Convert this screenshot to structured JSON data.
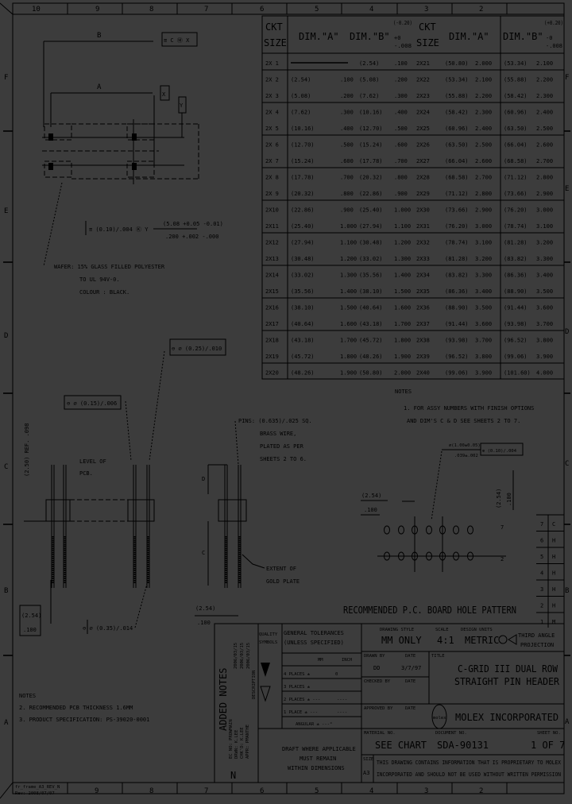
{
  "colors": {
    "background": "#3c3c3c",
    "ink": "#000000"
  },
  "frame": {
    "zone_numbers_top": [
      "10",
      "9",
      "8",
      "7",
      "6",
      "5",
      "4",
      "3",
      "2"
    ],
    "zone_numbers_bottom": [
      "9",
      "8",
      "7",
      "6",
      "5",
      "4",
      "3",
      "2"
    ],
    "zone_letters": [
      "F",
      "E",
      "D",
      "C",
      "B",
      "A"
    ],
    "template_label": [
      "fr_frame_A3_REV_N",
      "Rev: 2008/07/07"
    ]
  },
  "table": {
    "headers": {
      "ckt_size": [
        "CKT",
        "SIZE"
      ],
      "dim_a": "DIM.\"A\"",
      "dim_b": "DIM.\"B\"",
      "tol_b_left": [
        "(-0.20)",
        "+0",
        "-.008"
      ],
      "tol_b_right": [
        "(+0.20)",
        "-0",
        "-.008"
      ]
    },
    "rows": [
      [
        "2X 1",
        "",
        "",
        "(2.54)",
        ".100",
        "2X21",
        "(50.80)",
        "2.000",
        "(53.34)",
        "2.100"
      ],
      [
        "2X 2",
        "(2.54)",
        ".100",
        "(5.08)",
        ".200",
        "2X22",
        "(53.34)",
        "2.100",
        "(55.88)",
        "2.200"
      ],
      [
        "2X 3",
        "(5.08)",
        ".200",
        "(7.62)",
        ".300",
        "2X23",
        "(55.88)",
        "2.200",
        "(58.42)",
        "2.300"
      ],
      [
        "2X 4",
        "(7.62)",
        ".300",
        "(10.16)",
        ".400",
        "2X24",
        "(58.42)",
        "2.300",
        "(60.96)",
        "2.400"
      ],
      [
        "2X 5",
        "(10.16)",
        ".400",
        "(12.70)",
        ".500",
        "2X25",
        "(60.96)",
        "2.400",
        "(63.50)",
        "2.500"
      ],
      [
        "2X 6",
        "(12.70)",
        ".500",
        "(15.24)",
        ".600",
        "2X26",
        "(63.50)",
        "2.500",
        "(66.04)",
        "2.600"
      ],
      [
        "2X 7",
        "(15.24)",
        ".600",
        "(17.78)",
        ".700",
        "2X27",
        "(66.04)",
        "2.600",
        "(68.58)",
        "2.700"
      ],
      [
        "2X 8",
        "(17.78)",
        ".700",
        "(20.32)",
        ".800",
        "2X28",
        "(68.58)",
        "2.700",
        "(71.12)",
        "2.800"
      ],
      [
        "2X 9",
        "(20.32)",
        ".800",
        "(22.86)",
        ".900",
        "2X29",
        "(71.12)",
        "2.800",
        "(73.66)",
        "2.900"
      ],
      [
        "2X10",
        "(22.86)",
        ".900",
        "(25.40)",
        "1.000",
        "2X30",
        "(73.66)",
        "2.900",
        "(76.20)",
        "3.000"
      ],
      [
        "2X11",
        "(25.40)",
        "1.000",
        "(27.94)",
        "1.100",
        "2X31",
        "(76.20)",
        "3.000",
        "(78.74)",
        "3.100"
      ],
      [
        "2X12",
        "(27.94)",
        "1.100",
        "(30.48)",
        "1.200",
        "2X32",
        "(78.74)",
        "3.100",
        "(81.28)",
        "3.200"
      ],
      [
        "2X13",
        "(30.48)",
        "1.200",
        "(33.02)",
        "1.300",
        "2X33",
        "(81.28)",
        "3.200",
        "(83.82)",
        "3.300"
      ],
      [
        "2X14",
        "(33.02)",
        "1.300",
        "(35.56)",
        "1.400",
        "2X34",
        "(83.82)",
        "3.300",
        "(86.36)",
        "3.400"
      ],
      [
        "2X15",
        "(35.56)",
        "1.400",
        "(38.10)",
        "1.500",
        "2X35",
        "(86.36)",
        "3.400",
        "(88.90)",
        "3.500"
      ],
      [
        "2X16",
        "(38.10)",
        "1.500",
        "(40.64)",
        "1.600",
        "2X36",
        "(88.90)",
        "3.500",
        "(91.44)",
        "3.600"
      ],
      [
        "2X17",
        "(40.64)",
        "1.600",
        "(43.18)",
        "1.700",
        "2X37",
        "(91.44)",
        "3.600",
        "(93.98)",
        "3.700"
      ],
      [
        "2X18",
        "(43.18)",
        "1.700",
        "(45.72)",
        "1.800",
        "2X38",
        "(93.98)",
        "3.700",
        "(96.52)",
        "3.800"
      ],
      [
        "2X19",
        "(45.72)",
        "1.800",
        "(48.26)",
        "1.900",
        "2X39",
        "(96.52)",
        "3.800",
        "(99.06)",
        "3.900"
      ],
      [
        "2X20",
        "(48.26)",
        "1.900",
        "(50.80)",
        "2.000",
        "2X40",
        "(99.06)",
        "3.900",
        "(101.60)",
        "4.000"
      ]
    ]
  },
  "top_view": {
    "dim_b": "B",
    "dim_a": "A",
    "datum_x": "X",
    "datum_y": "Y",
    "fcf_b": "≡ C Ⓜ X",
    "fcf_pos": "≡ (0.10)/.004 Ⓚ Y",
    "pos_mm": "(5.08 +0.05 -0.01)",
    "pos_in": ".200 +.002 -.000",
    "wafer_note": [
      "WAFER: 15% GLASS FILLED POLYESTER",
      "TO UL 94V-0.",
      "COLOUR : BLACK."
    ]
  },
  "side_view": {
    "fcf_top": "⊖ ⌀ (0.25)/.010",
    "fcf_mid": "⊖ ⌀ (0.15)/.006",
    "fcf_bottom": "⊖ ⌀ (0.35)/.014",
    "ref_dim": "(2.50) REF. .098",
    "level_pcb": [
      "LEVEL OF",
      "PCB."
    ],
    "pins_note": [
      "PINS: (0.635)/.025 SQ.",
      "BRASS WIRE,",
      "PLATED AS PER",
      "SHEETS 2 TO 6."
    ],
    "gold_note": [
      "EXTENT OF",
      "GOLD PLATE"
    ],
    "dim_c": "C",
    "dim_d": "D",
    "pitch_mm": "(2.54)",
    "pitch_in": ".100"
  },
  "notes_right": {
    "title": "NOTES",
    "lines": [
      "1. FOR ASSY NUMBERS WITH FINISH OPTIONS",
      "AND DIM'S C & D SEE SHEETS 2 TO 7."
    ]
  },
  "hole_pattern": {
    "title": "RECOMMENDED P.C. BOARD HOLE PATTERN",
    "hole_mm": "⌀(1.00±0.05)",
    "hole_in": ".039±.002",
    "hole_fcf": "⊕ (0.10)/.004",
    "pitch_mm": "(2.54)",
    "pitch_in": ".100",
    "row_mm": "(2.54)",
    "row_in": ".100",
    "row_marks": [
      "7",
      "2"
    ]
  },
  "notes_left": {
    "title": "NOTES",
    "lines": [
      "2. RECOMMENDED PCB THICKNESS 1.6MM",
      "3. PRODUCT SPECIFICATION: PS-39020-0001"
    ]
  },
  "revision_table": [
    [
      "7",
      "C"
    ],
    [
      "6",
      "H"
    ],
    [
      "5",
      "H"
    ],
    [
      "4",
      "H"
    ],
    [
      "3",
      "H"
    ],
    [
      "2",
      "H"
    ],
    [
      "1",
      "M"
    ]
  ],
  "title_block": {
    "revision": {
      "description": "ADDED NOTES",
      "names": [
        "EC NO: PROWMAIN",
        "DRWN: K.LEE",
        "CHK'D: K.LEE",
        "APPR: PMANTHE"
      ],
      "dates": [
        "2006/03/15",
        "2006/03/15",
        "2006/03/15"
      ],
      "rev": "N",
      "desc_label": "DESCRIPTION"
    },
    "quality_symbols": [
      "QUALITY",
      "SYMBOLS"
    ],
    "tolerances": {
      "title": [
        "GENERAL TOLERANCES",
        "(UNLESS SPECIFIED)"
      ],
      "mm": "MM",
      "inch": "INCH",
      "rows": [
        "4 PLACES ±",
        "3 PLACES ±",
        "2 PLACES ± ---",
        "1 PLACE ± ---",
        "ANGULAR ± ---°"
      ],
      "inch_vals": [
        "0",
        "",
        "----",
        "----"
      ],
      "draft": [
        "DRAFT WHERE APPLICABLE",
        "MUST REMAIN",
        "WITHIN DIMENSIONS"
      ]
    },
    "drawing_style_label": "DRAWING STYLE",
    "drawing_style": "MM ONLY",
    "scale_label": "SCALE",
    "scale": "4:1",
    "units_label": "DESIGN UNITS",
    "units": "METRIC",
    "projection": [
      "THIRD ANGLE",
      "PROJECTION"
    ],
    "drawn_by_label": "DRAWN BY",
    "drawn_by": "DD",
    "date_label": "DATE",
    "drawn_date": "3/7/97",
    "checked_by_label": "CHECKED BY",
    "checked_date_label": "DATE",
    "title_label": "TITLE",
    "title": [
      "C-GRID III DUAL ROW",
      "STRAIGHT PIN HEADER"
    ],
    "approved_by_label": "APPROVED BY",
    "approved_date_label": "DATE",
    "company_logo": "molex",
    "company": "MOLEX INCORPORATED",
    "material_label": "MATERIAL NO.",
    "material": "SEE CHART",
    "document_label": "DOCUMENT NO.",
    "document": "SDA-90131",
    "sheet_label": "SHEET NO.",
    "sheet": "1 OF 7",
    "size_label": "SIZE",
    "size": "A3",
    "proprietary": [
      "THIS DRAWING CONTAINS INFORMATION THAT IS PROPRIETARY TO MOLEX",
      "INCORPORATED AND SHOULD NOT BE USED WITHOUT WRITTEN PERMISSION"
    ]
  }
}
